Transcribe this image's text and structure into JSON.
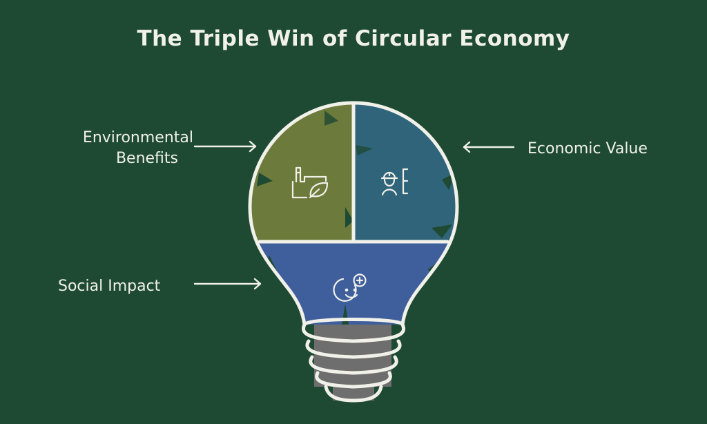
{
  "title": "The Triple Win of Circular Economy",
  "sections": [
    {
      "label_line1": "Environmental",
      "label_line2": "Benefits",
      "icon": "factory-leaf-icon",
      "color": "#6c7a3b"
    },
    {
      "label": "Economic Value",
      "icon": "worker-hardhat-icon",
      "color": "#2f647a"
    },
    {
      "label": "Social Impact",
      "icon": "smiley-plus-icon",
      "color": "#3f5f9c"
    }
  ],
  "colors": {
    "background": "#1e4a33",
    "outline": "#f1f1ea",
    "bulb_base": "#6e6e6e"
  }
}
